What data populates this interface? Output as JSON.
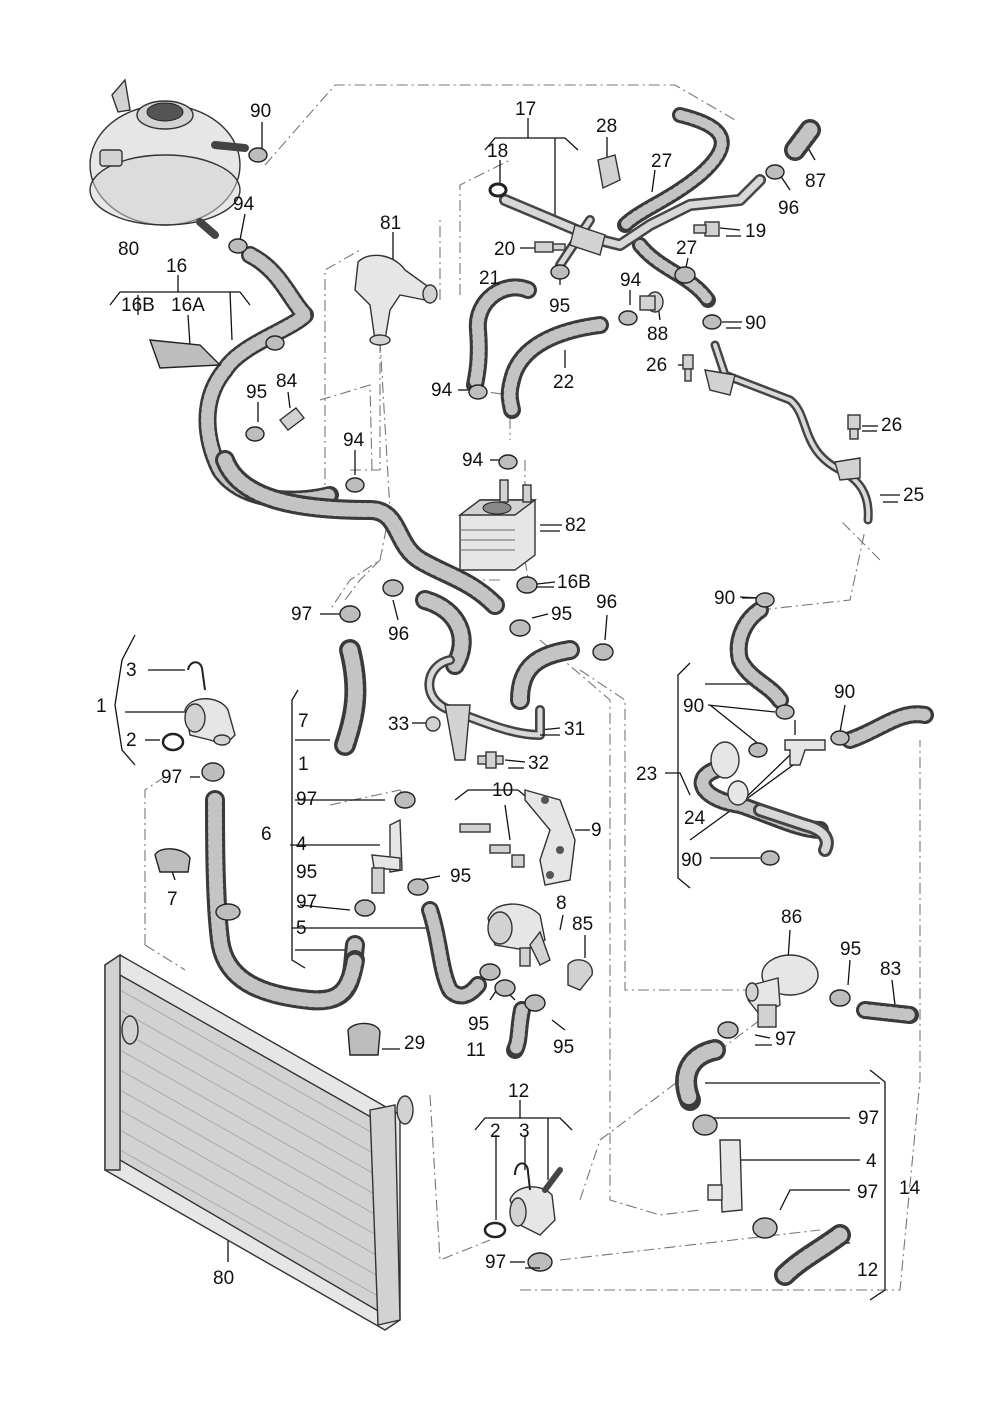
{
  "diagram": {
    "labels": {
      "l80a": "80",
      "l90a": "90",
      "l94a": "94",
      "l16": "16",
      "l16B": "16B",
      "l16A": "16A",
      "l81": "81",
      "l17": "17",
      "l18": "18",
      "l28": "28",
      "l27a": "27",
      "l87": "87",
      "l96a": "96",
      "l19": "19",
      "l20": "20",
      "l27b": "27",
      "l21": "21",
      "l94b": "94",
      "l95a": "95",
      "l88": "88",
      "l90b": "90",
      "l22": "22",
      "l26a": "26",
      "l26b": "26",
      "l94c": "94",
      "l95b": "95",
      "l84": "84",
      "l94d": "94",
      "l94e": "94",
      "l82": "82",
      "l25": "25",
      "l16Bb": "16B",
      "l97a": "97",
      "l96b": "96",
      "l95c": "95",
      "l96c": "96",
      "l90c": "90",
      "l3a": "3",
      "l1a": "1",
      "l2a": "2",
      "l97b": "97",
      "l7a": "7",
      "l1b": "1",
      "l33": "33",
      "l31": "31",
      "l32": "32",
      "l10": "10",
      "l9": "9",
      "l97c": "97",
      "l4a": "4",
      "l6": "6",
      "l95d": "95",
      "l95e": "95",
      "l97d": "97",
      "l5": "5",
      "l7b": "7",
      "l8": "8",
      "l85": "85",
      "l90d": "90",
      "l90e": "90",
      "l23": "23",
      "l24": "24",
      "l90f": "90",
      "l86": "86",
      "l95f": "95",
      "l83": "83",
      "l95g": "95",
      "l11": "11",
      "l95h": "95",
      "l29": "29",
      "l97e": "97",
      "l12a": "12",
      "l2b": "2",
      "l3b": "3",
      "l97f": "97",
      "l4b": "4",
      "l97g": "97",
      "l14": "14",
      "l12b": "12",
      "l97h": "97",
      "l80b": "80"
    }
  }
}
